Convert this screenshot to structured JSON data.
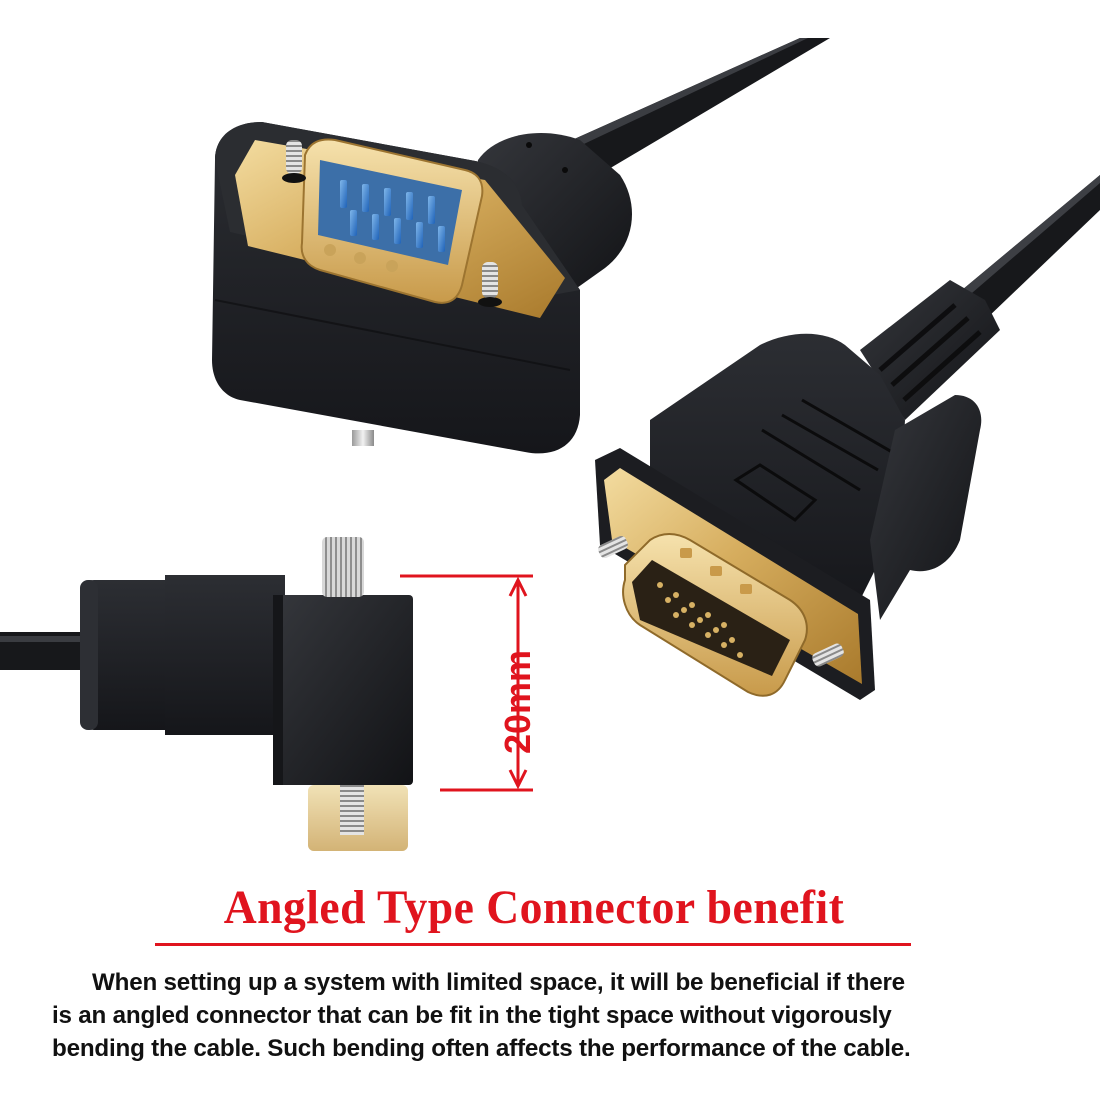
{
  "product_image": {
    "subject": "VGA cable with 90-degree angled connector and straight connector",
    "colors": {
      "background": "#ffffff",
      "accent_red": "#e0141e",
      "body_text": "#111111",
      "connector_black": "#1e1f22",
      "gold_plating": "#d9b56a",
      "pin_blue": "#2f7fd6"
    }
  },
  "dimension": {
    "label": "20mm"
  },
  "headline": {
    "text": "Angled Type Connector benefit"
  },
  "description": {
    "lines": [
      "When setting up a system with limited space, it will be beneficial if there",
      "is an angled connector that can be fit in the tight space without vigorously",
      "bending the cable. Such bending often affects the performance of the cable."
    ]
  }
}
